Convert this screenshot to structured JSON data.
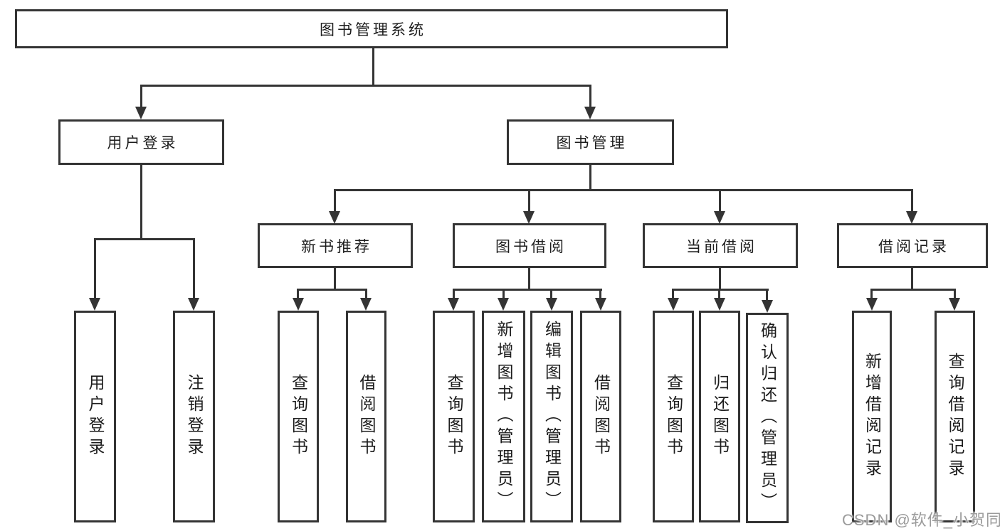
{
  "colors": {
    "line": "#343434",
    "box_border": "#343434",
    "text": "#1c1c1c",
    "background": "#ffffff",
    "watermark": "#9b9b9b"
  },
  "nodes": {
    "root": {
      "label": "图书管理系统"
    },
    "user_login": {
      "label": "用户登录"
    },
    "book_mgmt": {
      "label": "图书管理"
    },
    "new_book_rec": {
      "label": "新书推荐"
    },
    "book_borrow": {
      "label": "图书借阅"
    },
    "current_borrow": {
      "label": "当前借阅"
    },
    "borrow_records": {
      "label": "借阅记录"
    },
    "ul_login": {
      "label": "用户登录"
    },
    "ul_logout": {
      "label": "注销登录"
    },
    "nb_query": {
      "label": "查询图书"
    },
    "nb_borrow": {
      "label": "借阅图书"
    },
    "bb_query": {
      "label": "查询图书"
    },
    "bb_add": {
      "label": "新增图书（管理员）"
    },
    "bb_edit": {
      "label": "编辑图书（管理员）"
    },
    "bb_borrow": {
      "label": "借阅图书"
    },
    "cb_query": {
      "label": "查询图书"
    },
    "cb_return": {
      "label": "归还图书"
    },
    "cb_confirm": {
      "label": "确认归还（管理员）"
    },
    "br_add": {
      "label": "新增借阅记录"
    },
    "br_query": {
      "label": "查询借阅记录"
    }
  },
  "watermark": {
    "text": "CSDN @软件_小贺同学"
  }
}
